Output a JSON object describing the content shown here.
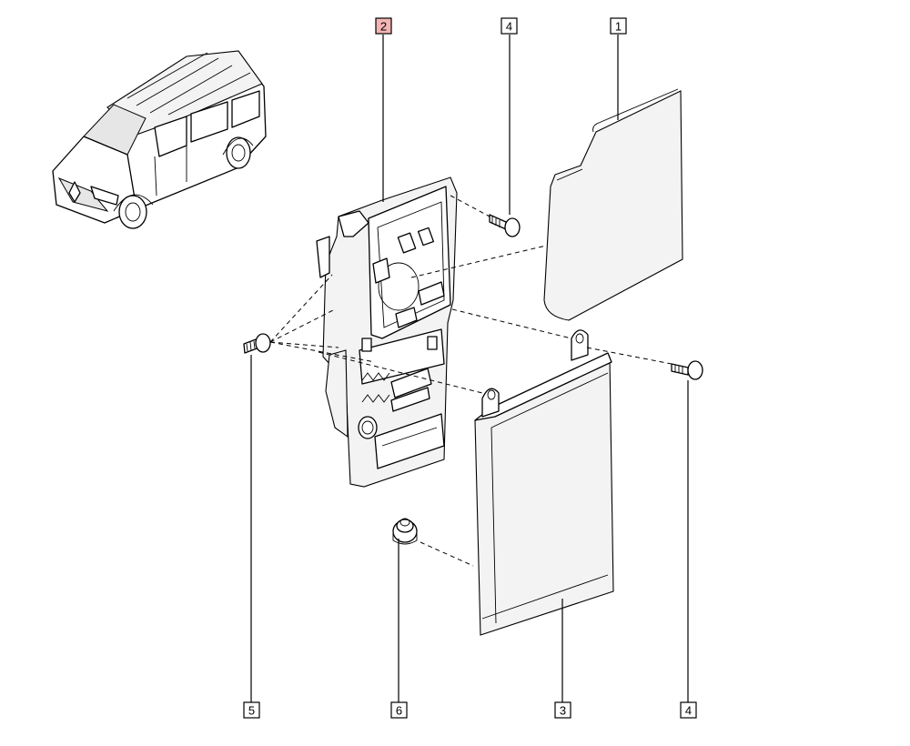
{
  "callouts": [
    {
      "id": "c2-top",
      "label": "2",
      "highlight": true
    },
    {
      "id": "c4-top",
      "label": "4",
      "highlight": false
    },
    {
      "id": "c1-top",
      "label": "1",
      "highlight": false
    },
    {
      "id": "c5-bottom",
      "label": "5",
      "highlight": false
    },
    {
      "id": "c6-bottom",
      "label": "6",
      "highlight": false
    },
    {
      "id": "c3-bottom",
      "label": "3",
      "highlight": false
    },
    {
      "id": "c4-bottom",
      "label": "4",
      "highlight": false
    }
  ],
  "colors": {
    "highlight_fill": "#f4b4b4",
    "line": "#000000",
    "background": "#ffffff"
  }
}
